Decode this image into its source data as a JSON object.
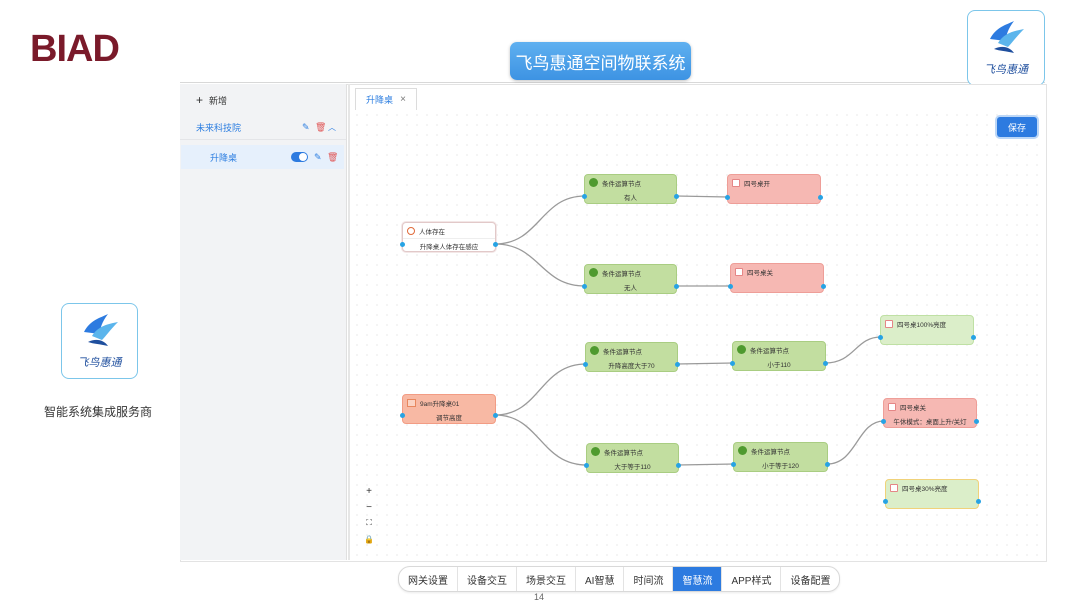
{
  "brand": {
    "logo_text": "BIAD",
    "company": "智能系统集成服务商",
    "logo_caption": "飞鸟惠通"
  },
  "header": {
    "title": "飞鸟惠通空间物联系统"
  },
  "sidebar": {
    "new_label": "新增",
    "group": {
      "label": "未来科技院"
    },
    "item": {
      "label": "升降桌",
      "enabled": true
    }
  },
  "tab": {
    "label": "升降桌",
    "close": "×"
  },
  "toolbar": {
    "save_label": "保存"
  },
  "nodes": {
    "n_presence": {
      "title": "人体存在",
      "body": "升降桌人体存在感应"
    },
    "n_cond_have": {
      "title": "条件运算节点",
      "body": "有人"
    },
    "n_cond_none": {
      "title": "条件运算节点",
      "body": "无人"
    },
    "n_desk_open": {
      "title": "四号桌开",
      "body": ""
    },
    "n_desk_close1": {
      "title": "四号桌关",
      "body": ""
    },
    "n_timer": {
      "title": "9am升降桌01",
      "body": "调节高度"
    },
    "n_cond_gt70": {
      "title": "条件运算节点",
      "body": "升降高度大于70"
    },
    "n_cond_lt110": {
      "title": "条件运算节点",
      "body": "小于110"
    },
    "n_cond_ge110": {
      "title": "条件运算节点",
      "body": "大于等于110"
    },
    "n_cond_le120": {
      "title": "条件运算节点",
      "body": "小于等于120"
    },
    "n_bright100": {
      "title": "四号桌100%亮度",
      "body": ""
    },
    "n_desk_close2": {
      "title": "四号桌关",
      "body": "午休模式：桌面上升/关灯"
    },
    "n_bright30": {
      "title": "四号桌30%亮度",
      "body": ""
    }
  },
  "zoom_controls": {
    "plus": "+",
    "minus": "−",
    "fit": "⛶",
    "lock": "🔒"
  },
  "bottom_tabs": [
    {
      "label": "网关设置",
      "active": false
    },
    {
      "label": "设备交互",
      "active": false
    },
    {
      "label": "场景交互",
      "active": false
    },
    {
      "label": "AI智慧",
      "active": false
    },
    {
      "label": "时间流",
      "active": false
    },
    {
      "label": "智慧流",
      "active": true
    },
    {
      "label": "APP样式",
      "active": false
    },
    {
      "label": "设备配置",
      "active": false
    }
  ],
  "page_number": "14",
  "colors": {
    "accent": "#2d7be0",
    "brand": "#7a1a2a",
    "port": "#27a3e4",
    "green_node": "#c2dea0",
    "red_node": "#f6b8b3"
  }
}
